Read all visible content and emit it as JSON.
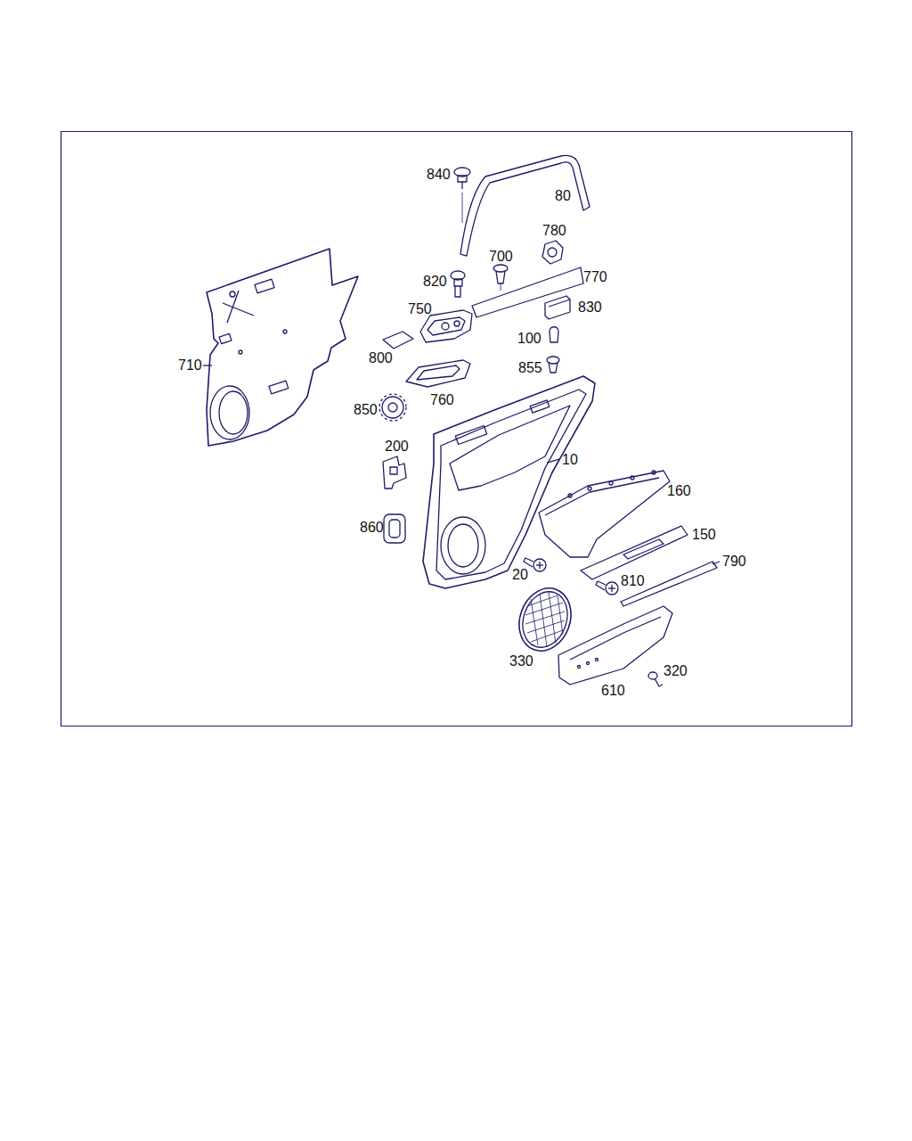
{
  "diagram": {
    "labels": [
      "840",
      "80",
      "780",
      "700",
      "820",
      "770",
      "750",
      "830",
      "100",
      "800",
      "710",
      "855",
      "760",
      "850",
      "10",
      "200",
      "160",
      "150",
      "860",
      "790",
      "20",
      "810",
      "330",
      "320",
      "610"
    ]
  }
}
